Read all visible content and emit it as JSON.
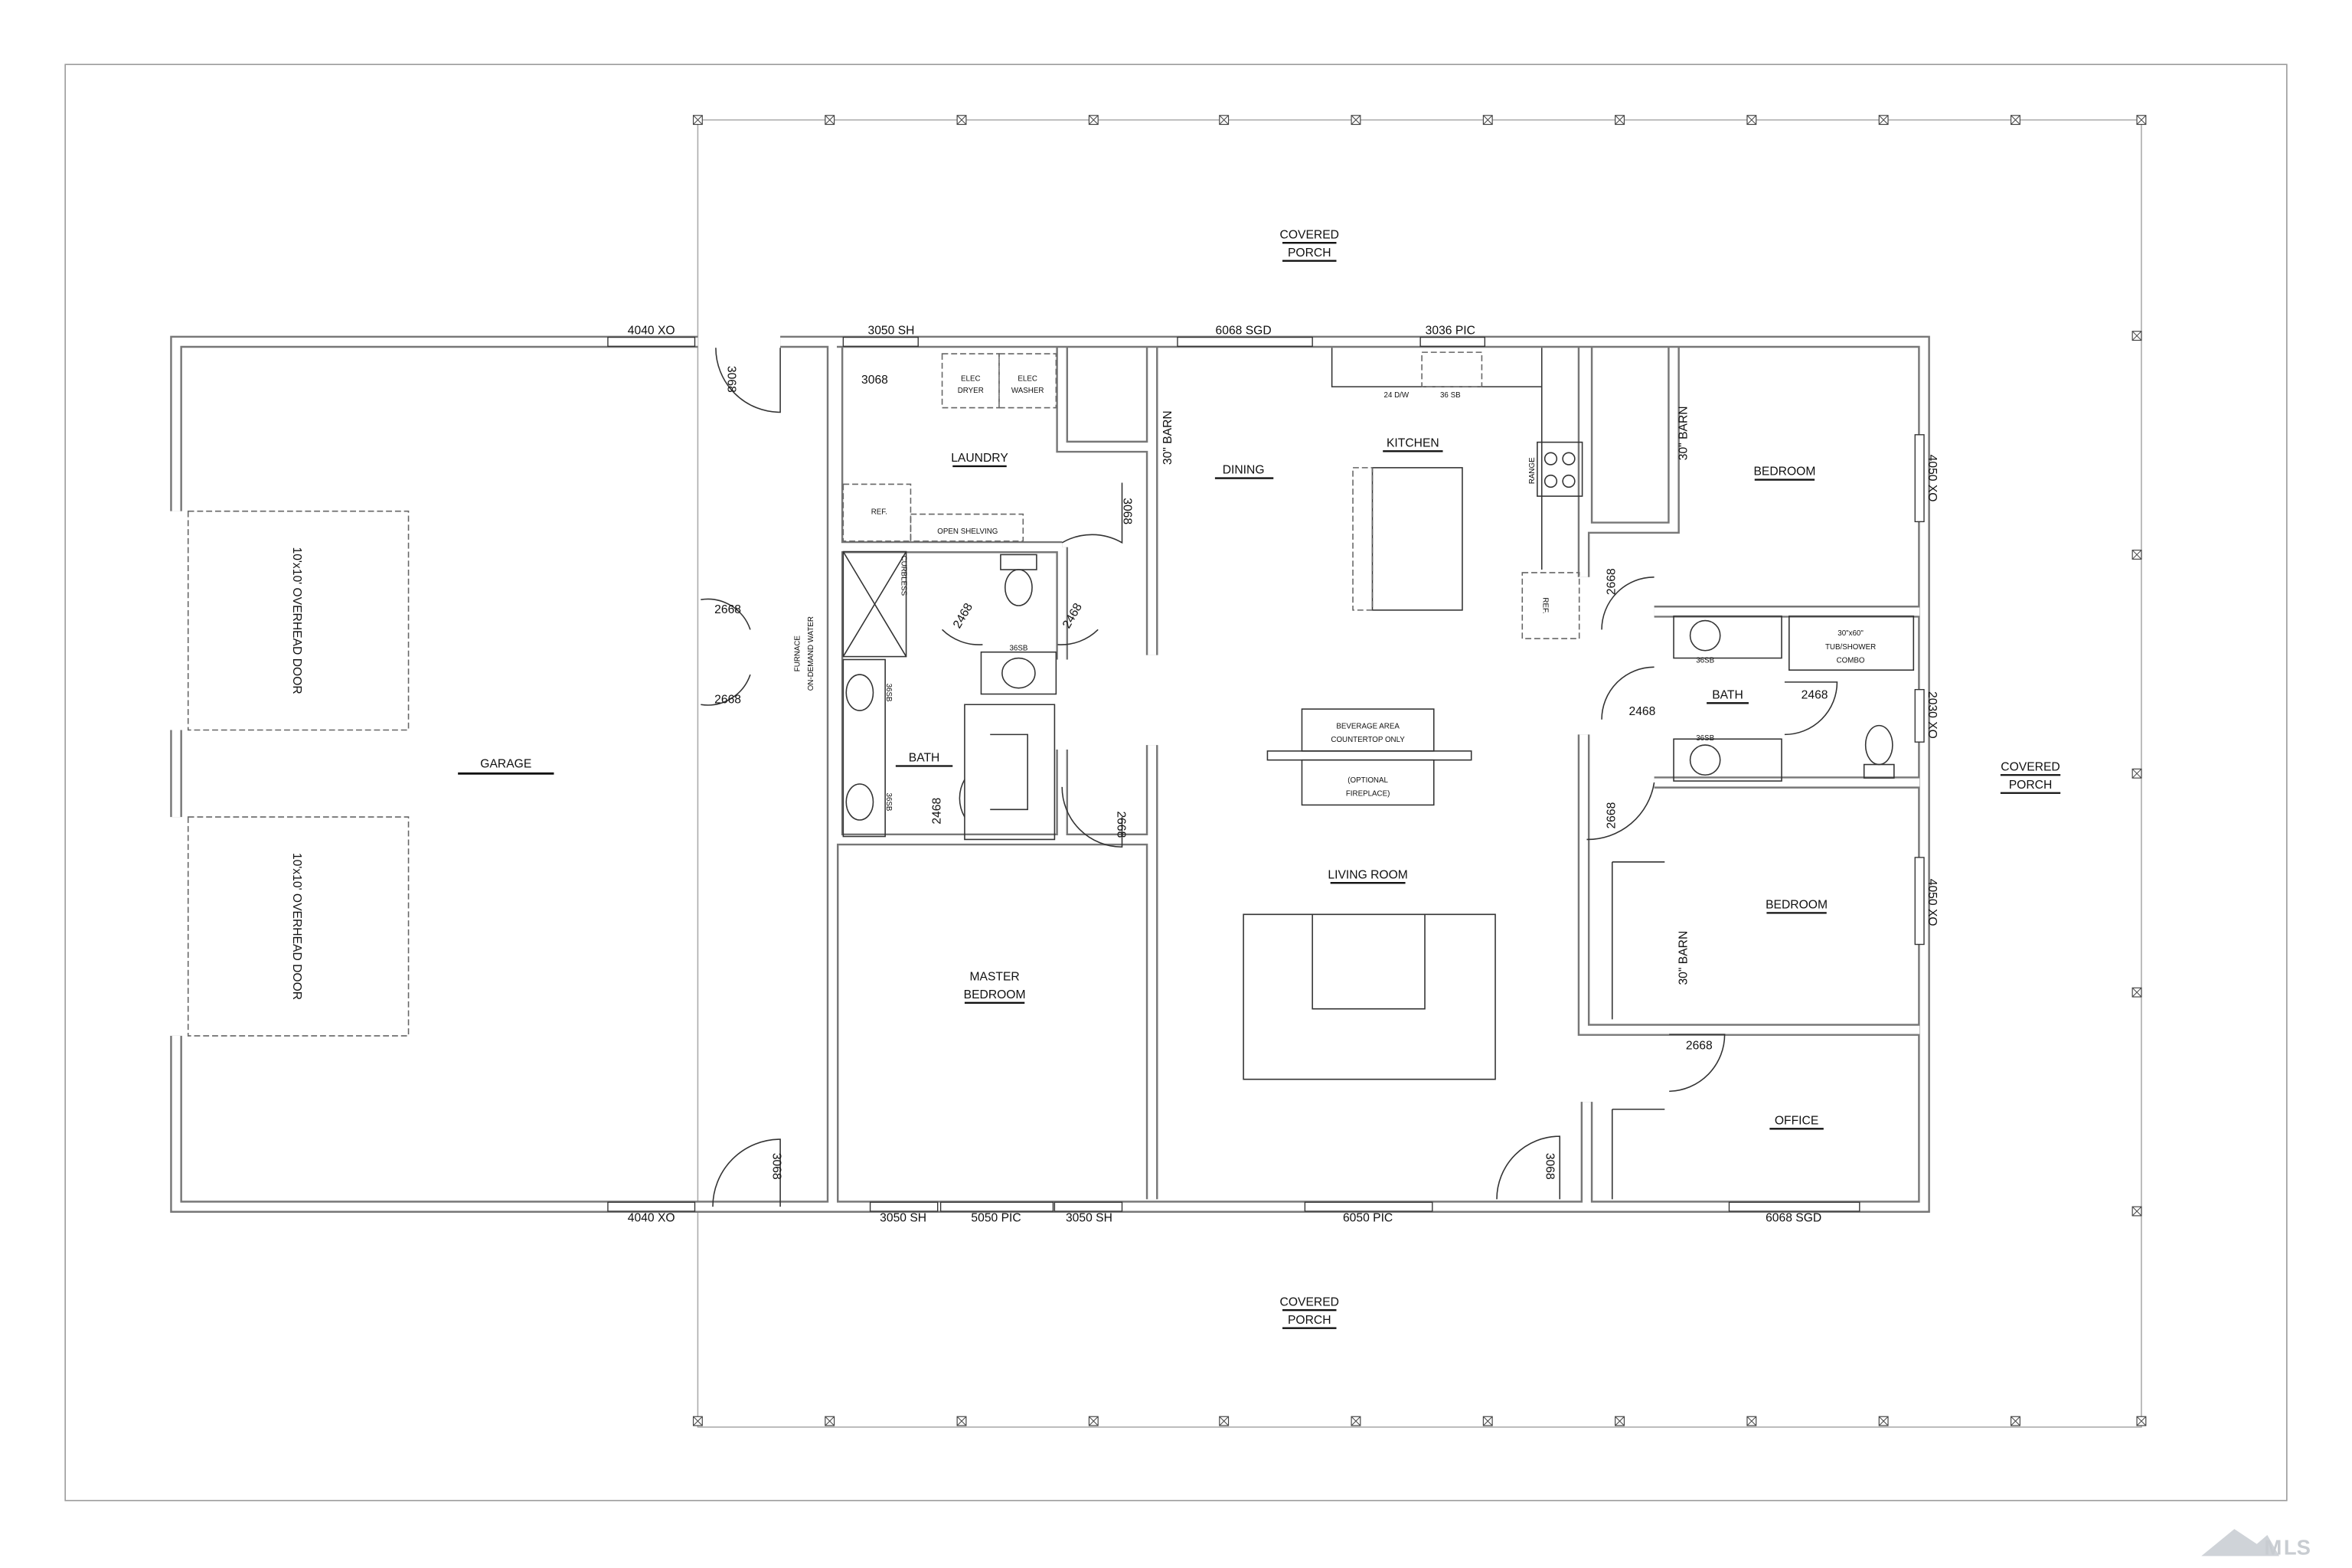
{
  "rooms": {
    "garage": "GARAGE",
    "laundry": "LAUNDRY",
    "dining": "DINING",
    "kitchen": "KITCHEN",
    "bedroom_1": "BEDROOM",
    "bath_2": "BATH",
    "bedroom_2": "BEDROOM",
    "office": "OFFICE",
    "master_bedroom": [
      "MASTER",
      "BEDROOM"
    ],
    "master_bath": "BATH",
    "living_room": "LIVING ROOM",
    "porch_top": [
      "COVERED",
      "PORCH"
    ],
    "porch_right": [
      "COVERED",
      "PORCH"
    ],
    "porch_bottom": [
      "COVERED",
      "PORCH"
    ]
  },
  "garage_doors": [
    "10'x10' OVERHEAD DOOR",
    "10'x10' OVERHEAD DOOR"
  ],
  "windows": {
    "top": [
      "4040 XO",
      "3050 SH",
      "6068 SGD",
      "3036 PIC"
    ],
    "bottom": [
      "4040 XO",
      "3050 SH",
      "5050 PIC",
      "3050 SH",
      "6050 PIC",
      "6068 SGD"
    ],
    "right": [
      "4050 XO",
      "2030 XO",
      "4050 XO"
    ]
  },
  "doors": [
    "3068",
    "3068",
    "3068",
    "2668",
    "2668",
    "2468",
    "2468",
    "2468",
    "2668",
    "2668",
    "2468",
    "2468",
    "2668",
    "2668",
    "3068",
    "3068"
  ],
  "barn_doors": [
    "30\" BARN",
    "30\" BARN",
    "30\" BARN"
  ],
  "fixtures": {
    "dryer": [
      "ELEC",
      "DRYER"
    ],
    "washer": [
      "ELEC",
      "WASHER"
    ],
    "laundry_ref": "REF.",
    "open_shelving": "OPEN SHELVING",
    "curbless": "CURBLESS",
    "furnace": [
      "FURNACE",
      "ON-DEMAND WATER"
    ],
    "sinks": [
      "36SB",
      "36SB",
      "36SB",
      "36SB",
      "36SB"
    ],
    "dishwasher": "24 D/W",
    "kitchen_sink": "36 SB",
    "range": "RANGE",
    "kitchen_ref": "REF.",
    "tub": [
      "30\"x60\"",
      "TUB/SHOWER",
      "COMBO"
    ],
    "beverage": [
      "BEVERAGE AREA",
      "COUNTERTOP ONLY"
    ],
    "fireplace": [
      "(OPTIONAL",
      "FIREPLACE)"
    ]
  },
  "logo_text": "MLS"
}
